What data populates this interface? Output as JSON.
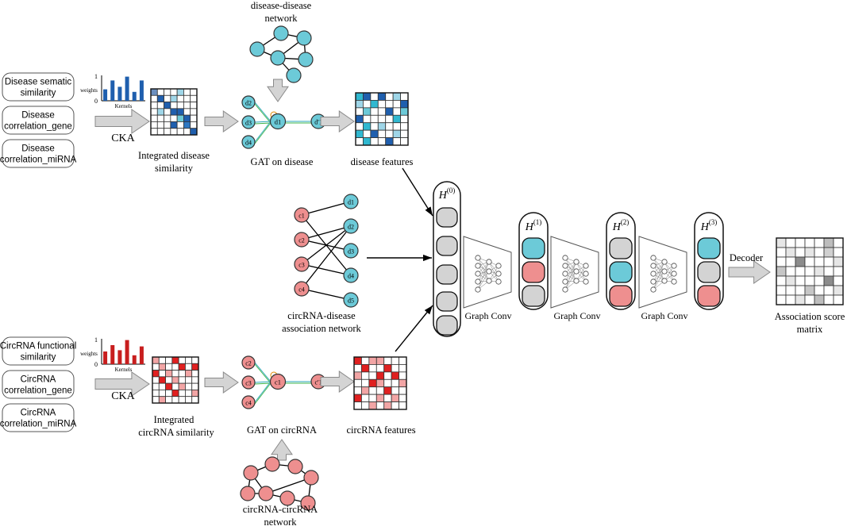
{
  "inputs": {
    "disease": [
      "Disease sematic|similarity",
      "Disease|correlation_gene",
      "Disease|correlation_miRNA"
    ],
    "circrna": [
      "CircRNA functional|similarity",
      "CircRNA|correlation_gene",
      "CircRNA|correlation_miRNA"
    ]
  },
  "weights_chart": {
    "ylabel": "weights",
    "xlabel": "Kernels",
    "y_top": "1",
    "y_bottom": "0",
    "disease_values": [
      0.45,
      0.8,
      0.55,
      0.95,
      0.35,
      0.8
    ],
    "circrna_values": [
      0.5,
      0.75,
      0.55,
      0.95,
      0.35,
      0.7
    ],
    "disease_color": "#1f5fae",
    "circrna_color": "#c81e1e"
  },
  "labels": {
    "cka": "CKA",
    "integrated_disease": [
      "Integrated disease",
      "similarity"
    ],
    "integrated_circrna": [
      "Integrated",
      "circRNA similarity"
    ],
    "gat_disease": "GAT on disease",
    "gat_circrna": "GAT on circRNA",
    "disease_features": "disease features",
    "circrna_features": "circRNA features",
    "dd_network": [
      "disease-disease",
      "network"
    ],
    "cc_network": [
      "circRNA-circRNA",
      "network"
    ],
    "cd_network": [
      "circRNA-disease",
      "association network"
    ],
    "graph_conv": "Graph Conv",
    "decoder": "Decoder",
    "assoc_matrix": [
      "Association score",
      "matrix"
    ],
    "h0": "0",
    "h1": "1",
    "h2": "2",
    "h3": "3",
    "h_letter": "H"
  },
  "gat_disease_nodes": {
    "center": "d1",
    "neighbors": [
      "d2",
      "d3",
      "d4"
    ],
    "output": "d'1"
  },
  "gat_circrna_nodes": {
    "center": "c1",
    "neighbors": [
      "c2",
      "c3",
      "c4"
    ],
    "output": "c'1"
  },
  "bipartite": {
    "circrna": [
      "c1",
      "c2",
      "c3",
      "c4"
    ],
    "disease": [
      "d1",
      "d2",
      "d3",
      "d4",
      "d5"
    ],
    "edges": [
      [
        0,
        0
      ],
      [
        0,
        3
      ],
      [
        1,
        1
      ],
      [
        1,
        2
      ],
      [
        2,
        1
      ],
      [
        2,
        3
      ],
      [
        3,
        4
      ],
      [
        3,
        1
      ]
    ]
  },
  "colors": {
    "disease_node": "#6ccad8",
    "circrna_node": "#ee8f8f",
    "arrow_fill": "#d4d4d4",
    "grey_cell": "#d3d3d3"
  }
}
